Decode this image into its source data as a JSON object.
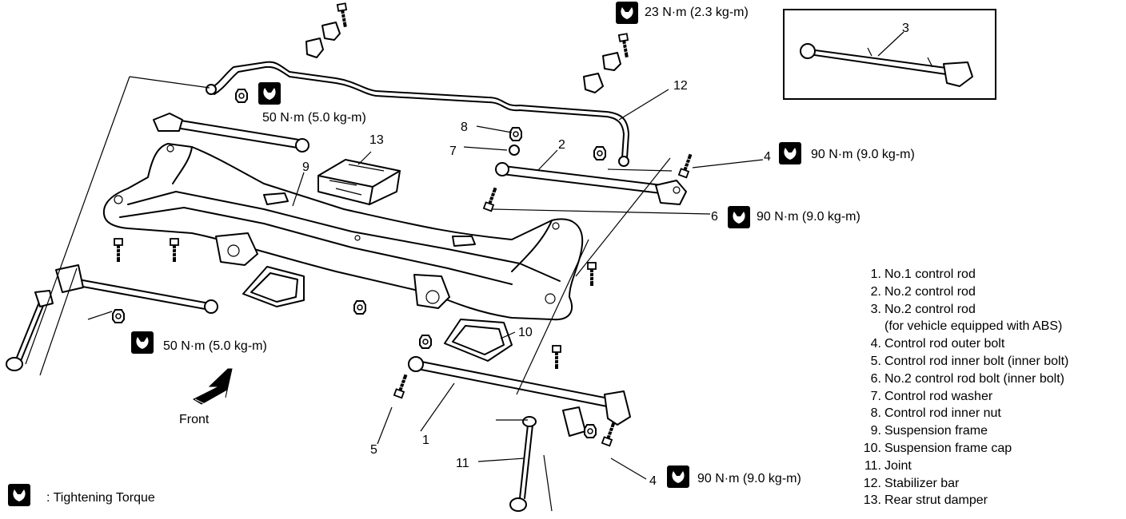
{
  "torque_specs": {
    "top": "23 N·m (2.3 kg-m)",
    "stab_left": "50 N·m (5.0 kg-m)",
    "rod_left": "50 N·m (5.0 kg-m)",
    "outer_bolt_upper": "90 N·m (9.0 kg-m)",
    "inner_bolt": "90 N·m (9.0 kg-m)",
    "outer_bolt_lower": "90 N·m (9.0 kg-m)"
  },
  "callouts": {
    "c1": "1",
    "c2": "2",
    "c3": "3",
    "c4a": "4",
    "c4b": "4",
    "c5": "5",
    "c6": "6",
    "c7": "7",
    "c8": "8",
    "c9": "9",
    "c10": "10",
    "c11": "11",
    "c12": "12",
    "c13": "13"
  },
  "front_label": "Front",
  "key_label": ": Tightening Torque",
  "legend": [
    {
      "num": "1.",
      "text": "No.1 control rod"
    },
    {
      "num": "2.",
      "text": "No.2 control rod"
    },
    {
      "num": "3.",
      "text": "No.2 control rod"
    },
    {
      "num": "",
      "text": "(for vehicle equipped with ABS)"
    },
    {
      "num": "4.",
      "text": "Control rod outer bolt"
    },
    {
      "num": "5.",
      "text": "Control rod inner bolt (inner bolt)"
    },
    {
      "num": "6.",
      "text": "No.2 control rod bolt (inner bolt)"
    },
    {
      "num": "7.",
      "text": "Control rod washer"
    },
    {
      "num": "8.",
      "text": "Control rod inner nut"
    },
    {
      "num": "9.",
      "text": "Suspension frame"
    },
    {
      "num": "10.",
      "text": "Suspension frame cap"
    },
    {
      "num": "11.",
      "text": "Joint"
    },
    {
      "num": "12.",
      "text": "Stabilizer bar"
    },
    {
      "num": "13.",
      "text": "Rear strut damper"
    }
  ],
  "icons": {
    "torque": "tightening-torque-icon",
    "front": "front-arrow-icon"
  }
}
